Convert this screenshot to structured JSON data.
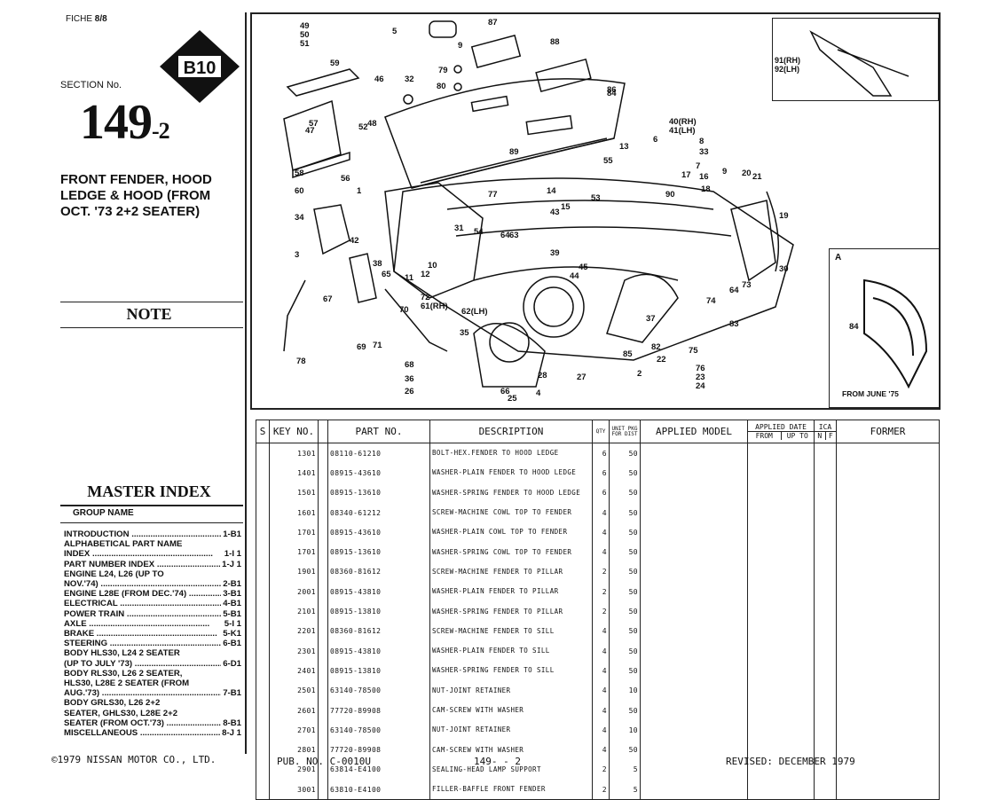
{
  "fiche": {
    "label": "FICHE",
    "value": "8/8"
  },
  "badge": "B10",
  "section": {
    "label": "SECTION No.",
    "number": "149",
    "suffix": "-2"
  },
  "title": "FRONT FENDER, HOOD LEDGE & HOOD (FROM OCT. '73 2+2 SEATER)",
  "note_label": "NOTE",
  "master_index": {
    "title": "MASTER INDEX",
    "group_name": "GROUP NAME",
    "items": [
      {
        "label": "INTRODUCTION",
        "page": "1-B1"
      },
      {
        "label": "ALPHABETICAL PART NAME",
        "page": ""
      },
      {
        "label": " INDEX",
        "page": "1-I 1"
      },
      {
        "label": "PART NUMBER INDEX",
        "page": "1-J 1"
      },
      {
        "label": "ENGINE L24, L26 (UP TO",
        "page": ""
      },
      {
        "label": " NOV.'74)",
        "page": "2-B1"
      },
      {
        "label": "ENGINE L28E (FROM DEC.'74)",
        "page": "3-B1"
      },
      {
        "label": "ELECTRICAL",
        "page": "4-B1"
      },
      {
        "label": "POWER TRAIN",
        "page": "5-B1"
      },
      {
        "label": "AXLE",
        "page": "5-I 1"
      },
      {
        "label": "BRAKE",
        "page": "5-K1"
      },
      {
        "label": "STEERING",
        "page": "6-B1"
      },
      {
        "label": "BODY HLS30, L24 2 SEATER",
        "page": ""
      },
      {
        "label": " (UP TO JULY '73)",
        "page": "6-D1"
      },
      {
        "label": "BODY RLS30, L26 2 SEATER,",
        "page": ""
      },
      {
        "label": " HLS30, L28E 2 SEATER (FROM",
        "page": ""
      },
      {
        "label": " AUG.'73)",
        "page": "7-B1"
      },
      {
        "label": "BODY GRLS30, L26 2+2",
        "page": ""
      },
      {
        "label": " SEATER, GHLS30, L28E 2+2",
        "page": ""
      },
      {
        "label": " SEATER (FROM OCT.'73)",
        "page": "8-B1"
      },
      {
        "label": "MISCELLANEOUS",
        "page": "8-J 1"
      }
    ]
  },
  "diagram": {
    "inset_b_labels": [
      "91(RH)",
      "92(LH)"
    ],
    "inset_a_label": "A",
    "inset_a_caption": "FROM JUNE '75",
    "inset_a_callout": "84",
    "callouts": [
      "49",
      "50",
      "51",
      "5",
      "9",
      "87",
      "88",
      "59",
      "46",
      "32",
      "79",
      "80",
      "86",
      "57",
      "47",
      "52",
      "48",
      "58",
      "56",
      "60",
      "1",
      "34",
      "3",
      "42",
      "11",
      "12",
      "10",
      "38",
      "65",
      "67",
      "70",
      "78",
      "69",
      "71",
      "89",
      "13",
      "55",
      "6",
      "8",
      "33",
      "7",
      "16",
      "18",
      "17",
      "9",
      "20",
      "21",
      "19",
      "30",
      "77",
      "53",
      "15",
      "14",
      "90",
      "31",
      "54",
      "64",
      "63",
      "43",
      "39",
      "45",
      "44",
      "72",
      "61(RH)",
      "62(LH)",
      "64",
      "73",
      "74",
      "83",
      "75",
      "76",
      "23",
      "24",
      "22",
      "85",
      "82",
      "2",
      "28",
      "40(RH)",
      "41(LH)",
      "35",
      "68",
      "36",
      "26",
      "25",
      "4",
      "27",
      "37",
      "84",
      "66"
    ]
  },
  "table": {
    "headers": {
      "s": "S",
      "key": "KEY NO.",
      "part": "PART NO.",
      "desc": "DESCRIPTION",
      "qty": "QTY",
      "unit": "UNIT PKG FOR DIST",
      "applied": "APPLIED MODEL",
      "applied_date": "APPLIED DATE",
      "from": "FROM",
      "upto": "UP TO",
      "ica": "ICA",
      "n": "N",
      "f": "F",
      "former": "FORMER"
    },
    "rows": [
      {
        "key": "1301",
        "part": "08110-61210",
        "desc": "BOLT-HEX.FENDER TO HOOD LEDGE",
        "qty": "6",
        "unit": "50"
      },
      {
        "key": "1401",
        "part": "08915-43610",
        "desc": "WASHER-PLAIN FENDER TO HOOD LEDGE",
        "qty": "6",
        "unit": "50"
      },
      {
        "key": "1501",
        "part": "08915-13610",
        "desc": "WASHER-SPRING FENDER TO HOOD LEDGE",
        "qty": "6",
        "unit": "50"
      },
      {
        "key": "1601",
        "part": "08340-61212",
        "desc": "SCREW-MACHINE COWL TOP TO FENDER",
        "qty": "4",
        "unit": "50"
      },
      {
        "key": "1701",
        "part": "08915-43610",
        "desc": "WASHER-PLAIN COWL TOP TO FENDER",
        "qty": "4",
        "unit": "50"
      },
      {
        "key": "1701",
        "part": "08915-13610",
        "desc": "WASHER-SPRING COWL TOP TO FENDER",
        "qty": "4",
        "unit": "50"
      },
      {
        "key": "1901",
        "part": "08360-81612",
        "desc": "SCREW-MACHINE FENDER TO PILLAR",
        "qty": "2",
        "unit": "50"
      },
      {
        "key": "2001",
        "part": "08915-43810",
        "desc": "WASHER-PLAIN FENDER TO PILLAR",
        "qty": "2",
        "unit": "50"
      },
      {
        "key": "2101",
        "part": "08915-13810",
        "desc": "WASHER-SPRING FENDER TO PILLAR",
        "qty": "2",
        "unit": "50"
      },
      {
        "key": "2201",
        "part": "08360-81612",
        "desc": "SCREW-MACHINE FENDER TO SILL",
        "qty": "4",
        "unit": "50"
      },
      {
        "key": "2301",
        "part": "08915-43810",
        "desc": "WASHER-PLAIN FENDER TO SILL",
        "qty": "4",
        "unit": "50"
      },
      {
        "key": "2401",
        "part": "08915-13810",
        "desc": "WASHER-SPRING FENDER TO SILL",
        "qty": "4",
        "unit": "50"
      },
      {
        "key": "2501",
        "part": "63140-78500",
        "desc": "NUT-JOINT RETAINER",
        "qty": "4",
        "unit": "10"
      },
      {
        "key": "2601",
        "part": "77720-89908",
        "desc": "CAM-SCREW WITH WASHER",
        "qty": "4",
        "unit": "50"
      },
      {
        "key": "2701",
        "part": "63140-78500",
        "desc": "NUT-JOINT RETAINER",
        "qty": "4",
        "unit": "10"
      },
      {
        "key": "2801",
        "part": "77720-89908",
        "desc": "CAM-SCREW  WITH WASHER",
        "qty": "4",
        "unit": "50"
      },
      {
        "key": "2901",
        "part": "63814-E4100",
        "desc": "SEALING-HEAD LAMP SUPPORT",
        "qty": "2",
        "unit": "5"
      },
      {
        "key": "3001",
        "part": "63810-E4100",
        "desc": "FILLER-BAFFLE FRONT FENDER",
        "qty": "2",
        "unit": "5"
      }
    ]
  },
  "footer": {
    "copyright": "©1979 NISSAN MOTOR CO., LTD.",
    "pub": "PUB. NO. C-0010U",
    "page": "149- - 2",
    "revised": "REVISED: DECEMBER 1979"
  }
}
